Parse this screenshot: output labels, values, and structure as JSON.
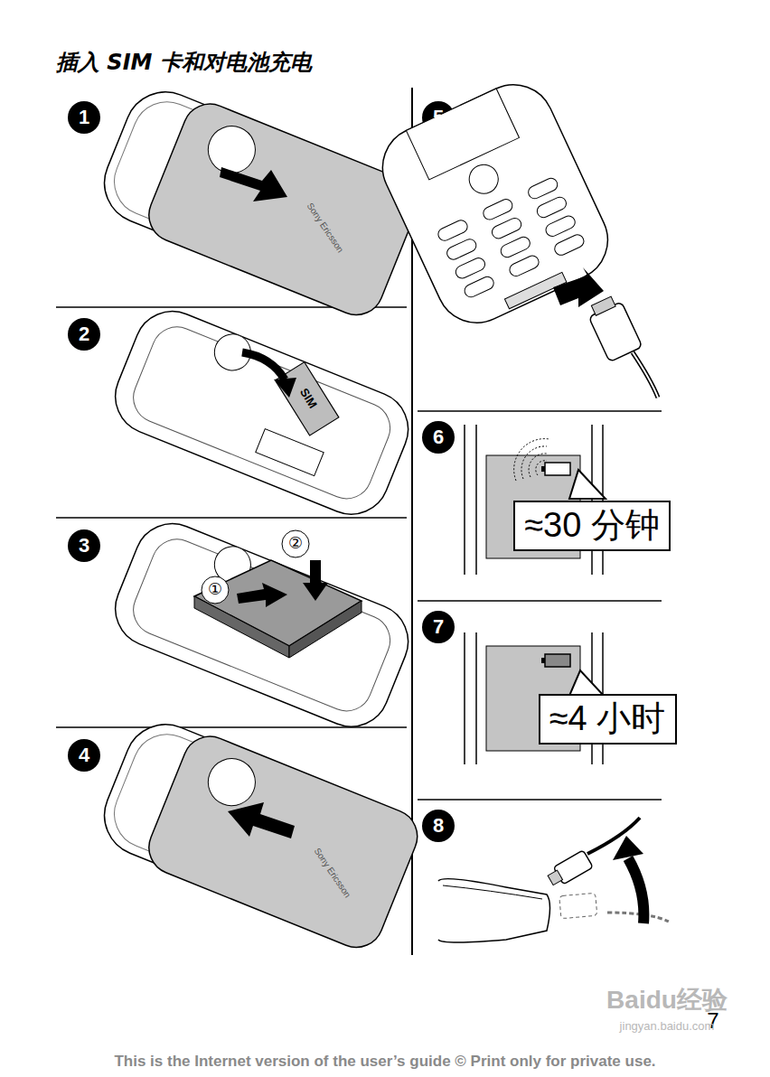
{
  "diagram": {
    "title": "插入 SIM 卡和对电池充电",
    "nodes": [
      {
        "text": [
          "≈30 分钟"
        ]
      },
      {
        "text": [
          "≈4 小时"
        ]
      }
    ],
    "labels": [
      "1",
      "2",
      "3",
      "4",
      "5",
      "6",
      "7",
      "8",
      "SIM",
      "①",
      "②",
      "Sony Ericsson",
      "Sony Ericsson",
      "7",
      "Baidu经验",
      "jingyan.baidu.com",
      "This is the Internet version of the user’s guide © Print only for private use."
    ]
  }
}
